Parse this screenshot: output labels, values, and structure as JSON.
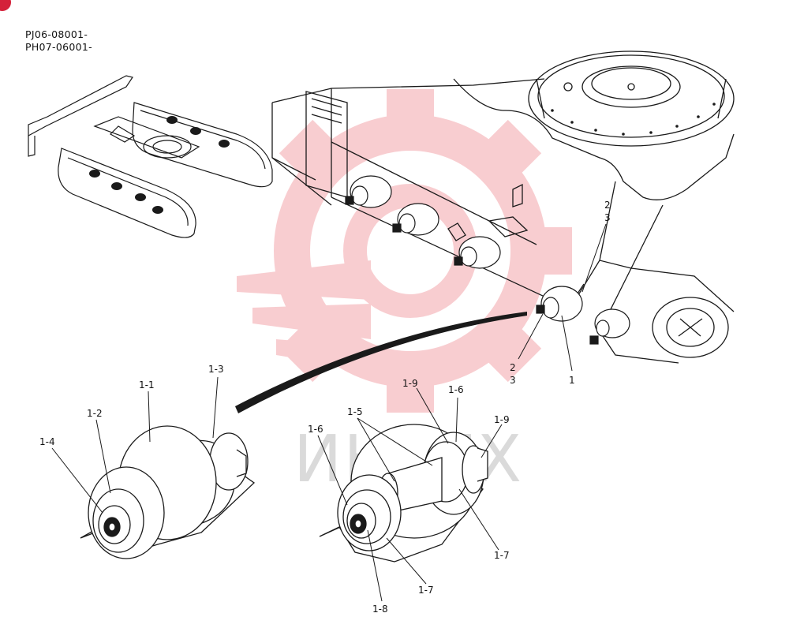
{
  "header": {
    "serial_lines": [
      "PJ06-08001-",
      "PH07-06001-"
    ]
  },
  "callouts": {
    "c2_top": "2",
    "c3_top": "3",
    "c2_bottom": "2",
    "c3_bottom": "3",
    "c1": "1",
    "c1_1": "1-1",
    "c1_2": "1-2",
    "c1_3": "1-3",
    "c1_4": "1-4",
    "c1_5": "1-5",
    "c1_6_left": "1-6",
    "c1_6_right": "1-6",
    "c1_7_bottom": "1-7",
    "c1_7_right": "1-7",
    "c1_8": "1-8",
    "c1_9_left": "1-9",
    "c1_9_right": "1-9"
  },
  "watermark": {
    "text": "ИНТЕХ",
    "color": "#e8505b"
  },
  "colors": {
    "line": "#1a1a1a",
    "accent": "#d4213a"
  }
}
